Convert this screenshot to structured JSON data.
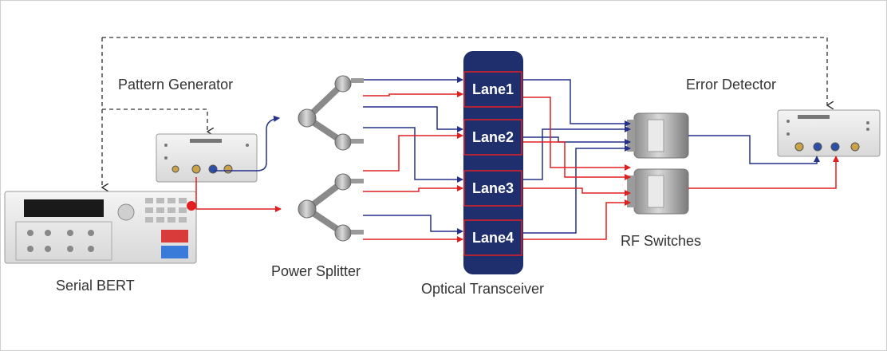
{
  "labels": {
    "pattern_generator": "Pattern Generator",
    "error_detector": "Error Detector",
    "serial_bert": "Serial BERT",
    "power_splitter": "Power Splitter",
    "optical_transceiver": "Optical Transceiver",
    "rf_switches": "RF Switches"
  },
  "lanes": [
    "Lane1",
    "Lane2",
    "Lane3",
    "Lane4"
  ],
  "colors": {
    "transceiver": "#1f2f6e",
    "red_path": "#e02020",
    "blue_path": "#23318a",
    "dashed": "#333333"
  },
  "icons": {
    "serial_bert": "bert-instrument",
    "pattern_generator": "pattern-generator-module",
    "error_detector": "error-detector-module",
    "power_splitter": "splitter-connector",
    "rf_switch": "rf-switch-cylinder"
  }
}
